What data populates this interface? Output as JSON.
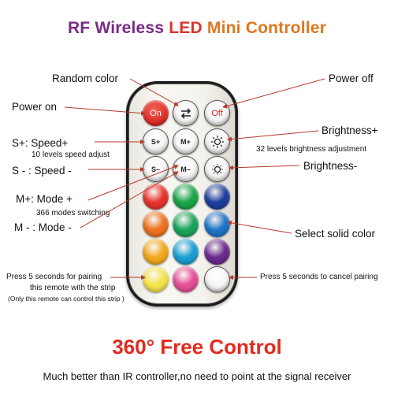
{
  "title": {
    "part1": "RF Wireless",
    "part2": "LED",
    "part3": "Mini Controller"
  },
  "labels": {
    "random_color": "Random color",
    "power_off": "Power off",
    "power_on": "Power on",
    "speed_plus": "S+: Speed+",
    "speed_adjust": "10 levels speed adjust",
    "speed_minus": "S - :  Speed -",
    "brightness_plus": "Brightness+",
    "brightness_adjust": "32 levels brightness adjustment",
    "brightness_minus": "Brightness-",
    "mode_plus": "M+: Mode +",
    "modes_switching": "366  modes switching",
    "mode_minus": "M - : Mode -",
    "select_solid": "Select solid color",
    "pairing_line1": "Press 5 seconds for pairing",
    "pairing_line2": "this remote with the strip",
    "pairing_line3": "(Only this remote can control this strip )",
    "cancel_pairing": "Press 5 seconds to cancel pairing"
  },
  "remote": {
    "buttons": {
      "on": "On",
      "off": "Off",
      "s_plus": "S+",
      "m_plus": "M+",
      "s_minus": "S–",
      "m_minus": "M–"
    },
    "color_buttons": [
      "#e4342c",
      "#1aa64a",
      "#1e3f9e",
      "#ec7220",
      "#19a45c",
      "#1f74c8",
      "#f2a81e",
      "#1a9fd2",
      "#6a2a8e",
      "#f4e34a",
      "#e44f97",
      "#ffffff"
    ]
  },
  "headline": "360° Free Control",
  "footer": "Much better than IR controller,no need to point at the signal receiver"
}
